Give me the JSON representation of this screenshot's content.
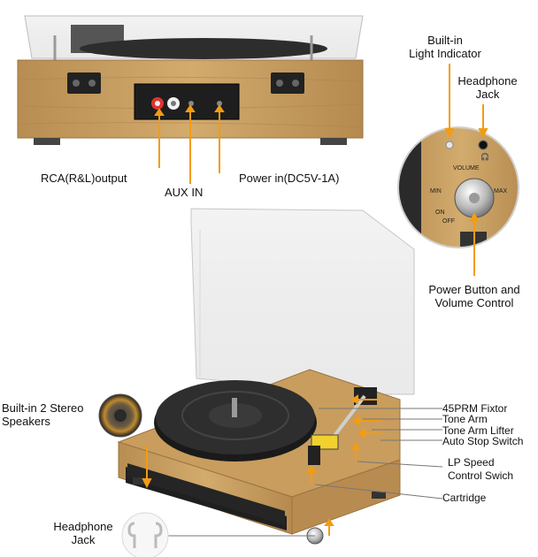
{
  "labels": {
    "rca": "RCA(R&L)output",
    "aux": "AUX IN",
    "power_in": "Power in(DC5V-1A)",
    "light_line1": "Built-in",
    "light_line2": "Light Indicator",
    "headphone_top_line1": "Headphone",
    "headphone_top_line2": "Jack",
    "power_vol_line1": "Power Button and",
    "power_vol_line2": "Volume Control",
    "speakers_line1": "Built-in 2 Stereo",
    "speakers_line2": "Speakers",
    "fixtor": "45PRM Fixtor",
    "tone_arm": "Tone Arm",
    "tone_lifter": "Tone Arm Lifter",
    "auto_stop": "Auto Stop Switch",
    "lp_line1": "LP Speed",
    "lp_line2": "Control Swich",
    "cartridge": "Cartridge",
    "headphone_bottom_line1": "Headphone",
    "headphone_bottom_line2": "Jack"
  },
  "panel_marks": {
    "volume": "VOLUME",
    "min": "MIN",
    "max": "MAX",
    "on": "ON",
    "off": "OFF"
  },
  "colors": {
    "wood": "#c9a063",
    "wood_dark": "#a77d44",
    "accent_orange": "#f39c12",
    "panel_black": "#1e1e1e",
    "platter": "#2b2b2b"
  },
  "icons": [
    "earphones-icon",
    "speaker-icon",
    "headphone-jack-icon"
  ]
}
